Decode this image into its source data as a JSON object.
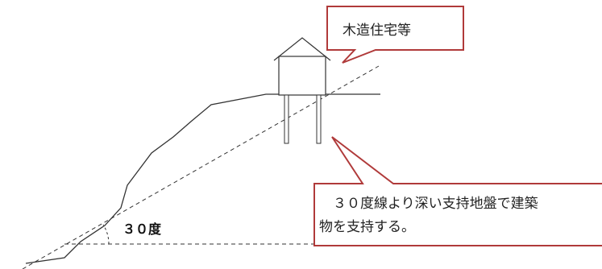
{
  "callouts": {
    "house_label": "木造住宅等",
    "support_line1": "３０度線より深い支持地盤で建築",
    "support_line2": "物を支持する。"
  },
  "angle_label": "３０度",
  "colors": {
    "callout_border": "#b03a3a",
    "line": "#333333"
  }
}
